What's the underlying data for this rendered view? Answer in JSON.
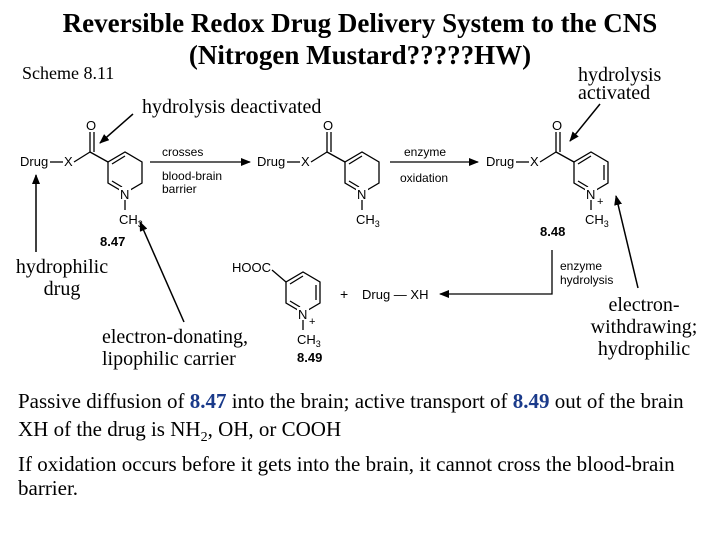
{
  "title": {
    "line1": "Reversible Redox Drug Delivery System to the CNS",
    "line2": "(Nitrogen Mustard?????HW)"
  },
  "scheme_label": "Scheme 8.11",
  "annotations": {
    "hydrolysis_activated_1": "hydrolysis",
    "hydrolysis_activated_2": "activated",
    "hydrolysis_deactivated": "hydrolysis deactivated",
    "hydrophilic_drug_1": "hydrophilic",
    "hydrophilic_drug_2": "drug",
    "carrier_1": "electron-donating,",
    "carrier_2": "lipophilic carrier",
    "withdrawing_1": "electron-",
    "withdrawing_2": "withdrawing;",
    "withdrawing_3": "hydrophilic"
  },
  "scheme": {
    "drug": "Drug",
    "x": "X",
    "o": "O",
    "n": "N",
    "ch3": "CH",
    "sub3": "3",
    "plus": "+",
    "hooc": "HOOC",
    "drug_xh": "Drug — XH",
    "crosses_1": "crosses",
    "crosses_2": "blood-brain",
    "crosses_3": "barrier",
    "enzyme_ox_1": "enzyme",
    "enzyme_ox_2": "oxidation",
    "enzyme_hyd_1": "enzyme",
    "enzyme_hyd_2": "hydrolysis",
    "label_847": "8.47",
    "label_848": "8.48",
    "label_849": "8.49"
  },
  "body": {
    "line1_a": "Passive diffusion of ",
    "line1_b": "8.47",
    "line1_c": " into the brain; active transport of ",
    "line1_d": "8.49",
    "line1_e": " out of the brain",
    "line2_a": "XH of the drug is NH",
    "line2_sub": "2",
    "line2_b": ", OH, or COOH",
    "line3": "If oxidation occurs before it gets into the brain, it cannot cross the blood-brain barrier."
  },
  "colors": {
    "text": "#000000",
    "compound_number": "#1a3a8a",
    "background": "#ffffff"
  }
}
